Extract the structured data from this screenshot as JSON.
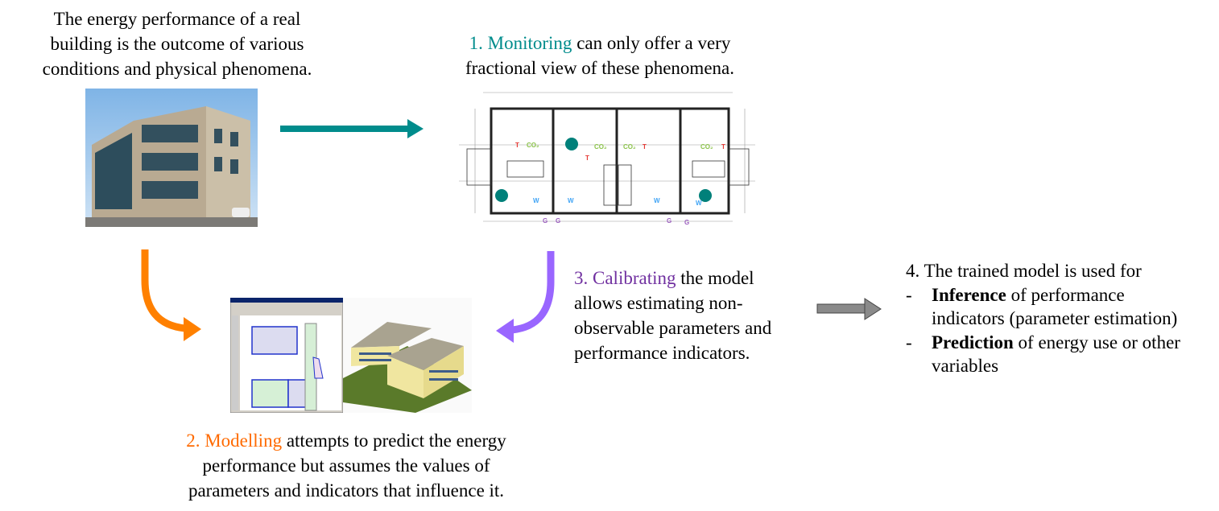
{
  "intro": {
    "lines": [
      "The energy performance of a real",
      "building is the outcome of various",
      "conditions and physical phenomena."
    ]
  },
  "monitoring": {
    "highlight": "1. Monitoring",
    "rest1": " can only offer a very",
    "line2": "fractional view of these phenomena."
  },
  "modelling": {
    "highlight": "2. Modelling",
    "rest1": " attempts to predict the energy",
    "line2": "performance but assumes the values of",
    "line3": "parameters and indicators that influence it."
  },
  "calibrating": {
    "highlight": "3. Calibrating",
    "rest1": " the model",
    "line2": "allows estimating non-",
    "line3": "observable parameters and",
    "line4": "performance indicators."
  },
  "trained": {
    "title": "4. The trained model is used for",
    "items": [
      {
        "dash": "-",
        "bold": "Inference",
        "rest": " of performance",
        "cont": "indicators (parameter estimation)"
      },
      {
        "dash": "-",
        "bold": "Prediction",
        "rest": " of energy use or other",
        "cont": "variables"
      }
    ]
  },
  "floorplan_labels": {
    "co2": "CO₂",
    "t": "T",
    "w": "W",
    "g": "G"
  },
  "colors": {
    "teal": "#008c8c",
    "orange": "#ff6a00",
    "purple": "#7030a0",
    "gray": "#808080"
  }
}
